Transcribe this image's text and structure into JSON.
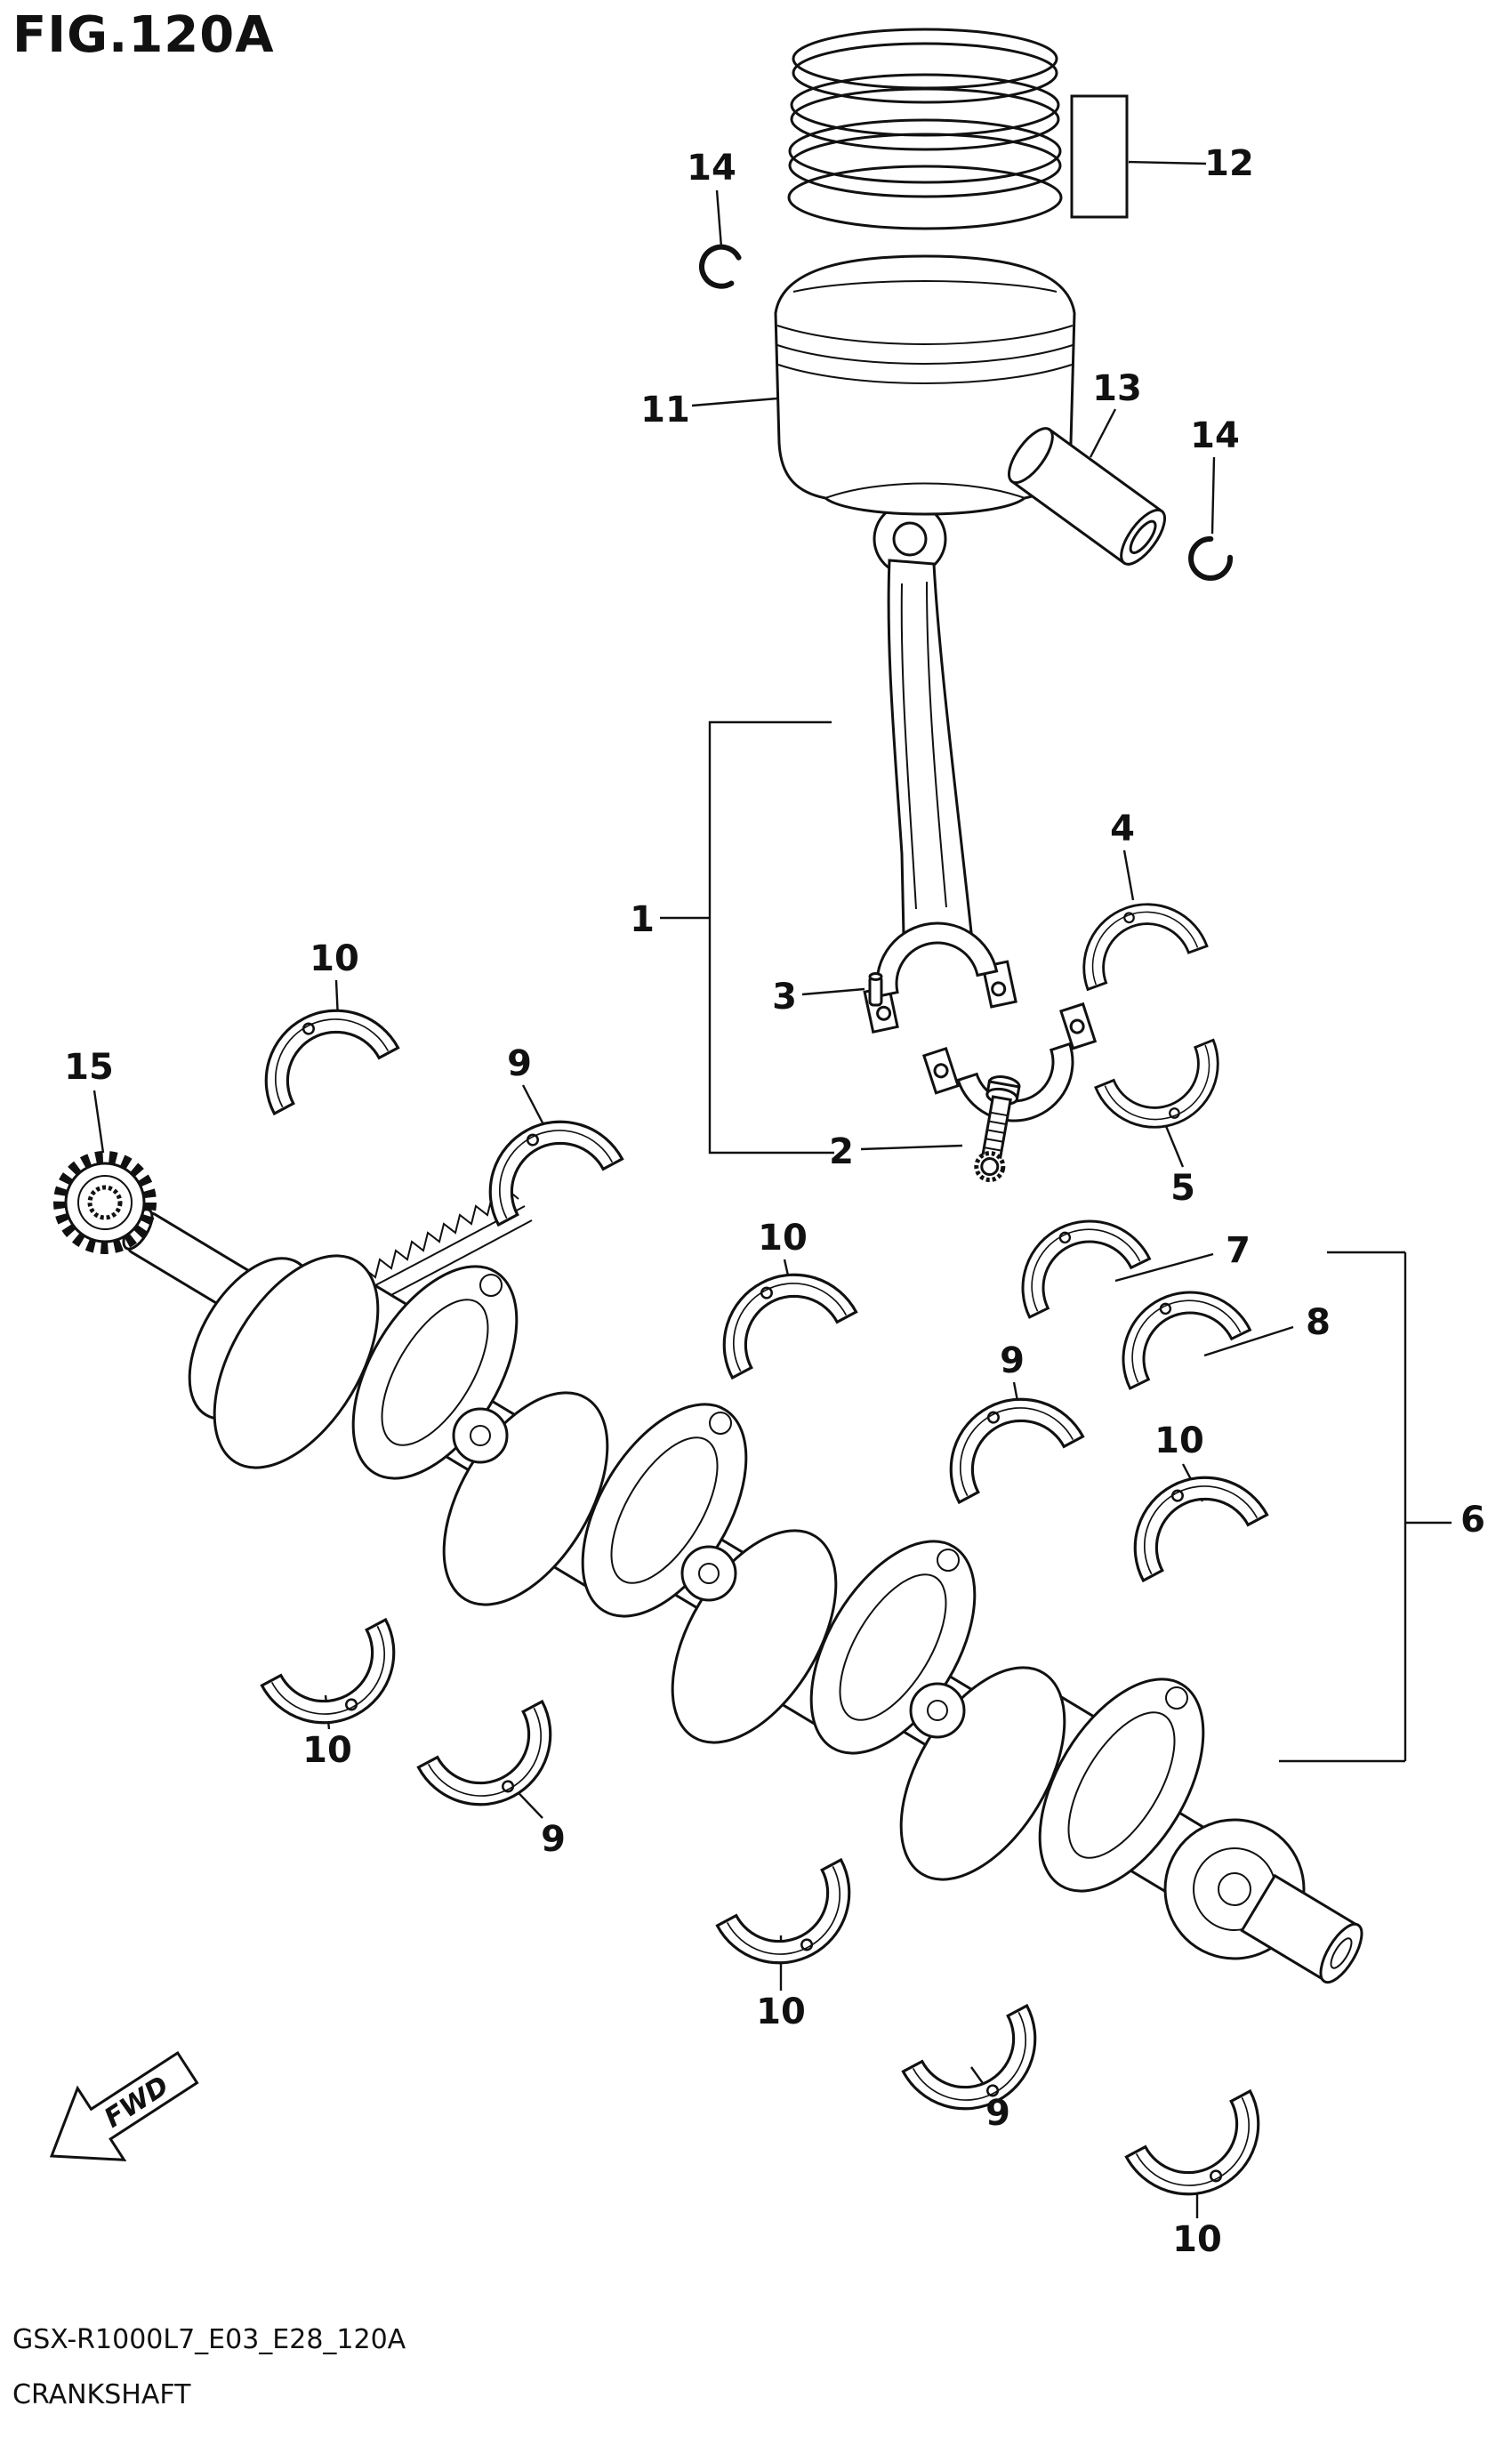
{
  "title": "FIG.120A",
  "figure": {
    "code": "GSX-R1000L7_E03_E28_120A",
    "name": "CRANKSHAFT"
  },
  "fwd_label": "FWD",
  "colors": {
    "line": "#111111",
    "background": "#ffffff"
  },
  "callouts": [
    {
      "label": "14",
      "part": "piston-pin-circlip-left"
    },
    {
      "label": "12",
      "part": "piston-ring-set"
    },
    {
      "label": "11",
      "part": "piston"
    },
    {
      "label": "13",
      "part": "piston-pin"
    },
    {
      "label": "14",
      "part": "piston-pin-circlip-right"
    },
    {
      "label": "1",
      "part": "connecting-rod-assembly"
    },
    {
      "label": "4",
      "part": "conrod-bearing-upper"
    },
    {
      "label": "10",
      "part": "main-bearing-upper-1"
    },
    {
      "label": "3",
      "part": "conrod-dowel-pin"
    },
    {
      "label": "9",
      "part": "main-bearing-upper-2"
    },
    {
      "label": "15",
      "part": "crankshaft-gear"
    },
    {
      "label": "2",
      "part": "conrod-bolt"
    },
    {
      "label": "5",
      "part": "conrod-bearing-lower"
    },
    {
      "label": "10",
      "part": "main-bearing-upper-3"
    },
    {
      "label": "7",
      "part": "thrust-bearing-upper"
    },
    {
      "label": "8",
      "part": "thrust-bearing-lower"
    },
    {
      "label": "9",
      "part": "main-bearing-upper-4"
    },
    {
      "label": "10",
      "part": "main-bearing-upper-5"
    },
    {
      "label": "6",
      "part": "crankshaft"
    },
    {
      "label": "10",
      "part": "main-bearing-lower-1"
    },
    {
      "label": "9",
      "part": "main-bearing-lower-2"
    },
    {
      "label": "10",
      "part": "main-bearing-lower-3"
    },
    {
      "label": "9",
      "part": "main-bearing-lower-4"
    },
    {
      "label": "10",
      "part": "main-bearing-lower-5"
    }
  ]
}
